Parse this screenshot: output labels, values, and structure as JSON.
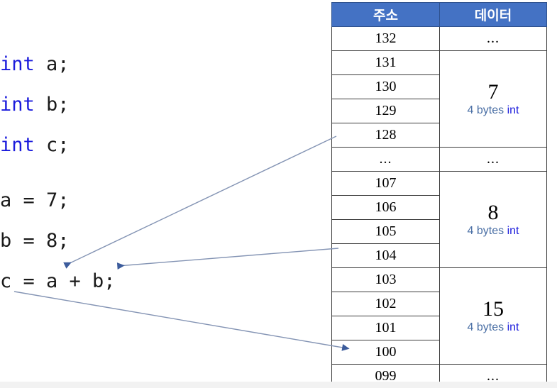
{
  "code": {
    "lines": [
      {
        "id": "decl-a",
        "keyword": "int",
        "rest": " a;"
      },
      {
        "id": "decl-b",
        "keyword": "int",
        "rest": " b;"
      },
      {
        "id": "decl-c",
        "keyword": "int",
        "rest": " c;"
      }
    ],
    "statements": [
      {
        "id": "assign-a",
        "text": "a = 7;"
      },
      {
        "id": "assign-b",
        "text": "b = 8;"
      },
      {
        "id": "assign-c",
        "text": "c = a + b;"
      }
    ]
  },
  "table": {
    "headers": {
      "address": "주소",
      "data": "데이터"
    },
    "ellipsis": "...",
    "byte_note_prefix": "4 bytes ",
    "byte_note_type": "int",
    "rows": [
      {
        "address": "132",
        "group": "top-ellipsis",
        "data": "..."
      },
      {
        "address": "131",
        "group": "a",
        "data": "7"
      },
      {
        "address": "130",
        "group": "a"
      },
      {
        "address": "129",
        "group": "a"
      },
      {
        "address": "128",
        "group": "a"
      },
      {
        "address": "...",
        "group": "mid-ellipsis",
        "data": "..."
      },
      {
        "address": "107",
        "group": "b",
        "data": "8"
      },
      {
        "address": "106",
        "group": "b"
      },
      {
        "address": "105",
        "group": "b"
      },
      {
        "address": "104",
        "group": "b"
      },
      {
        "address": "103",
        "group": "c",
        "data": "15"
      },
      {
        "address": "102",
        "group": "c"
      },
      {
        "address": "101",
        "group": "c"
      },
      {
        "address": "100",
        "group": "c"
      },
      {
        "address": "099",
        "group": "bottom-ellipsis",
        "data": "..."
      }
    ]
  },
  "colors": {
    "header_blue": "#4472C4",
    "keyword_blue": "#1B1BDC",
    "note_blue": "#4A6FA5",
    "arrow_line": "#8494b4",
    "arrow_head": "#3c5c9c",
    "grid_line": "#3C3C3C"
  },
  "arrows": [
    {
      "name": "arrow-a",
      "from_label": "128",
      "to_label": "a"
    },
    {
      "name": "arrow-b",
      "from_label": "104",
      "to_label": "b"
    },
    {
      "name": "arrow-c",
      "from_label": "c",
      "to_label": "100"
    }
  ]
}
